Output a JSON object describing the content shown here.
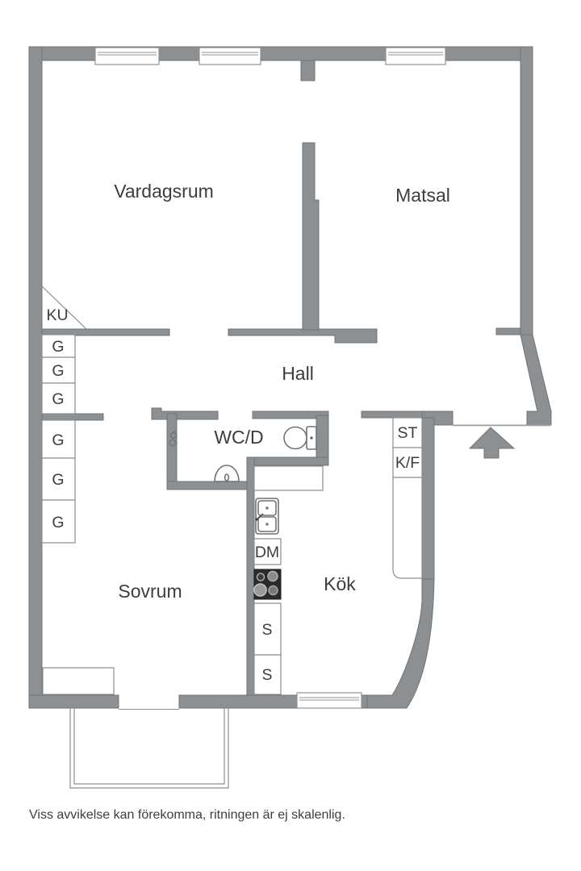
{
  "plan": {
    "rooms": {
      "living_room": "Vardagsrum",
      "dining_room": "Matsal",
      "hall": "Hall",
      "bathroom": "WC/D",
      "kitchen": "Kök",
      "bedroom": "Sovrum"
    },
    "labels": {
      "tiled_stove": "KU",
      "wardrobe": "G",
      "cleaning_closet": "ST",
      "fridge_freezer": "K/F",
      "dishwasher": "DM",
      "cabinet": "S"
    },
    "colors": {
      "wall": "#8d9092",
      "wall_outline": "#6f7376",
      "fixture_outline": "#6f7376",
      "text": "#3a3e41",
      "stove": "#2b2b2b"
    }
  },
  "footer": {
    "disclaimer": "Viss avvikelse kan förekomma, ritningen är ej skalenlig."
  }
}
